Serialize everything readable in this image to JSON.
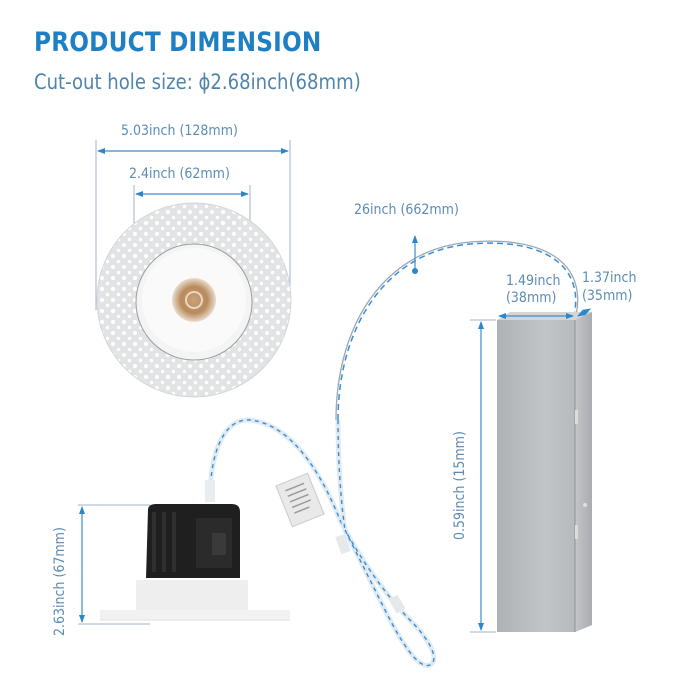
{
  "header": {
    "title": "PRODUCT DIMENSION",
    "subtitle": "Cut-out hole size: ϕ2.68inch(68mm)"
  },
  "dimensions": {
    "trim_diameter": "5.03inch (128mm)",
    "lens_diameter": "2.4inch (62mm)",
    "cable_length": "26inch (662mm)",
    "box_width": "1.49inch",
    "box_width_mm": "(38mm)",
    "box_depth": "1.37inch",
    "box_depth_mm": "(35mm)",
    "box_height": "0.59inch (15mm)",
    "light_height": "2.63inch (67mm)"
  },
  "colors": {
    "title": "#1f7fc4",
    "dimension_text": "#5b8cb4",
    "dimension_line": "#3a8ed0",
    "junction_box": "#b5b8bc",
    "heatsink": "#1e1e1e"
  }
}
